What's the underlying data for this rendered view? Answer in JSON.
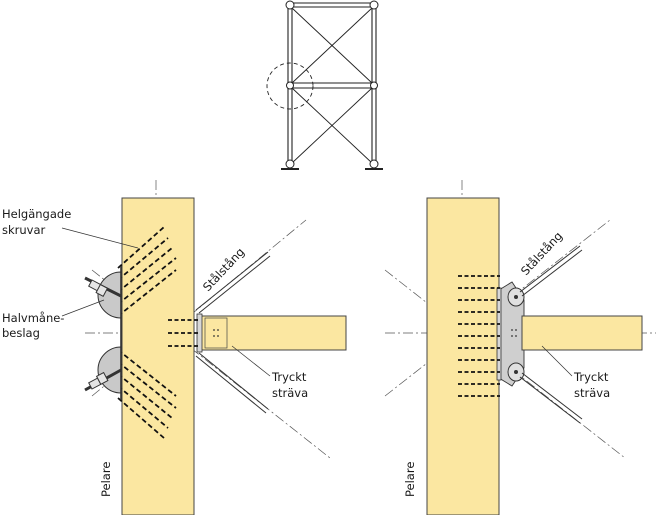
{
  "labels": {
    "threaded_screws_line1": "Helgängade",
    "threaded_screws_line2": "skruvar",
    "half_moon_line1": "Halvmåne-",
    "half_moon_line2": "beslag",
    "steel_rod_left": "Stålstång",
    "strut_left_line1": "Tryckt",
    "strut_left_line2": "sträva",
    "column_left": "Pelare",
    "steel_rod_right": "Stålstång",
    "strut_right_line1": "Tryckt",
    "strut_right_line2": "sträva",
    "column_right": "Pelare"
  },
  "colors": {
    "timber": "#fbe7a1",
    "timber_edge": "#444444",
    "steel_plate": "#c9c9c9",
    "line": "#222222",
    "background": "#ffffff"
  }
}
